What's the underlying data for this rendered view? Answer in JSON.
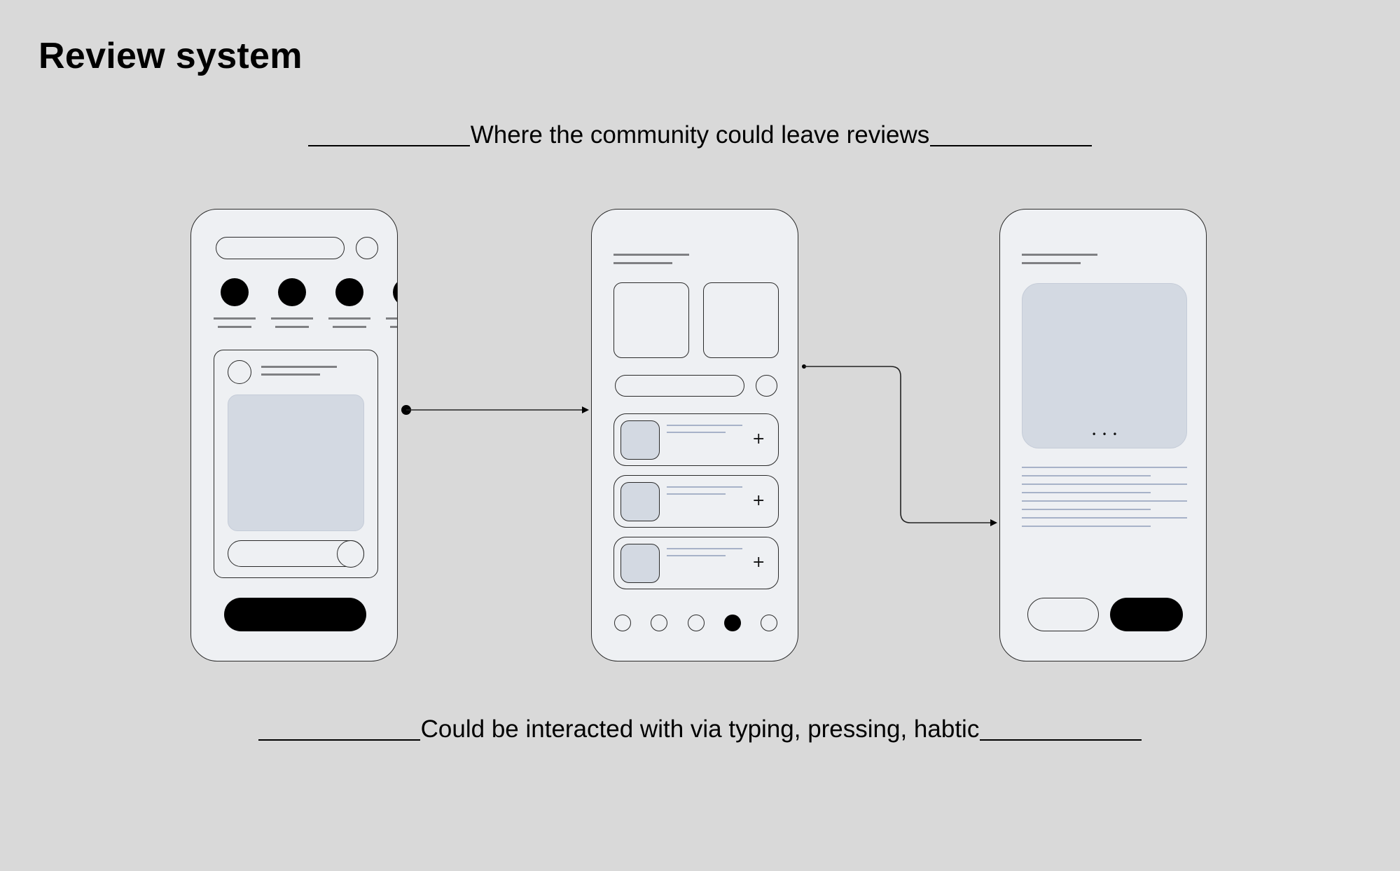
{
  "page": {
    "title": "Review system",
    "caption_top": "Where the community could leave reviews",
    "caption_bottom": "Could be interacted with via typing, pressing, habtic"
  },
  "screens": {
    "feed": {
      "name": "community-feed-screen"
    },
    "list": {
      "name": "review-list-screen",
      "list_items": [
        {
          "action": "+"
        },
        {
          "action": "+"
        },
        {
          "action": "+"
        }
      ],
      "pager_active_index": 3,
      "pager_count": 5
    },
    "detail": {
      "name": "review-detail-screen",
      "more_indicator": "• • •"
    }
  },
  "colors": {
    "background": "#d9d9d9",
    "screen_fill": "#eef0f3",
    "placeholder_fill": "#d3d9e2",
    "text_line_gray": "#7f8083",
    "text_line_blue": "#a7b2c8"
  }
}
